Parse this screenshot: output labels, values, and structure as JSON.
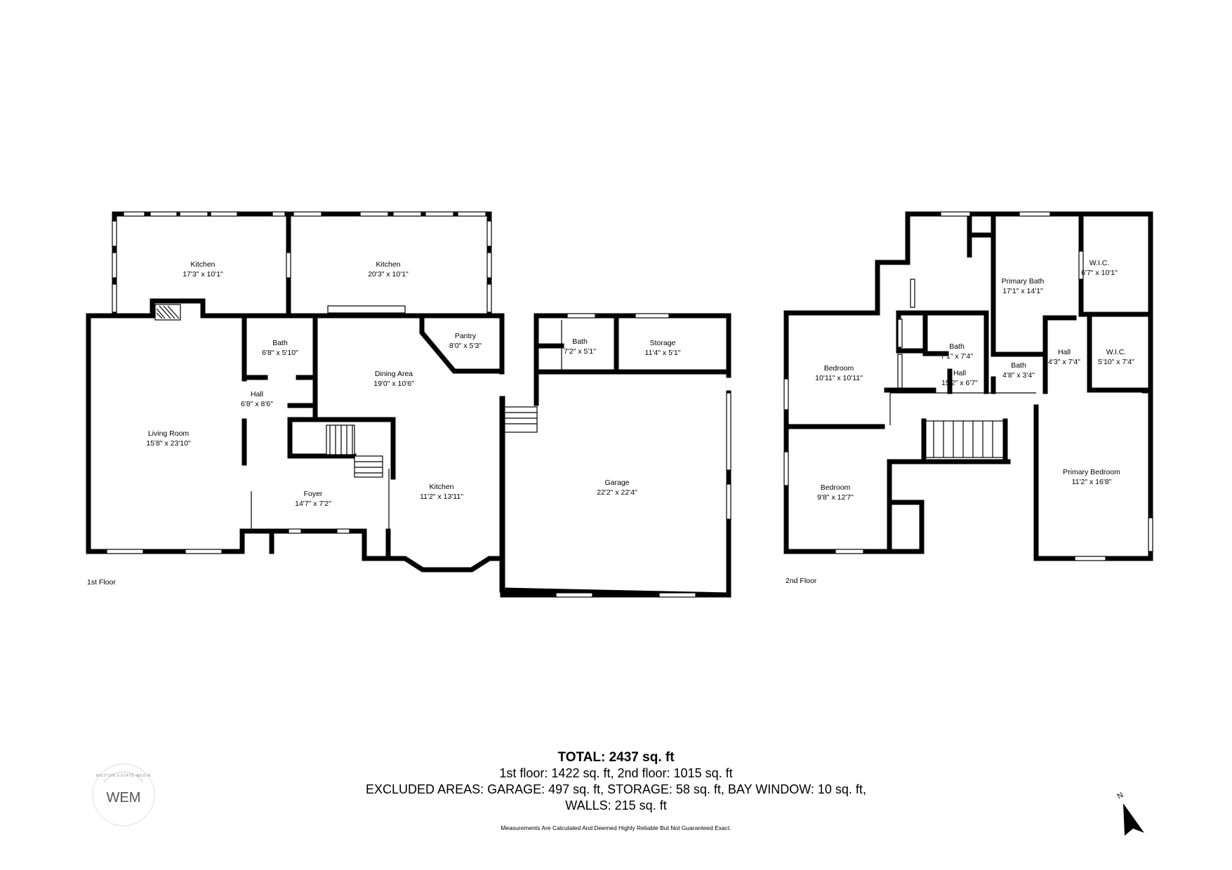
{
  "rooms_first_floor": [
    {
      "name": "Kitchen",
      "dim": "17'3\" x 10'1\""
    },
    {
      "name": "Kitchen",
      "dim": "20'3\" x 10'1\""
    },
    {
      "name": "Bath",
      "dim": "6'8\" x 5'10\""
    },
    {
      "name": "Pantry",
      "dim": "8'0\" x 5'3\""
    },
    {
      "name": "Dining Area",
      "dim": "19'0\" x 10'6\""
    },
    {
      "name": "Hall",
      "dim": "6'8\" x 8'6\""
    },
    {
      "name": "Living Room",
      "dim": "15'8\" x 23'10\""
    },
    {
      "name": "Foyer",
      "dim": "14'7\" x 7'2\""
    },
    {
      "name": "Kitchen",
      "dim": "11'2\" x 13'11\""
    },
    {
      "name": "Bath",
      "dim": "7'2\" x 5'1\""
    },
    {
      "name": "Storage",
      "dim": "11'4\" x 5'1\""
    },
    {
      "name": "Garage",
      "dim": "22'2\" x 22'4\""
    }
  ],
  "rooms_second_floor": [
    {
      "name": "Primary Bath",
      "dim": "17'1\" x 14'1\""
    },
    {
      "name": "W.I.C.",
      "dim": "6'7\" x 10'1\""
    },
    {
      "name": "Bedroom",
      "dim": "10'11\" x 10'11\""
    },
    {
      "name": "Bath",
      "dim": "7'1\" x 7'4\""
    },
    {
      "name": "Bath",
      "dim": "4'8\" x 3'4\""
    },
    {
      "name": "Hall",
      "dim": "4'3\" x 7'4\""
    },
    {
      "name": "W.I.C.",
      "dim": "5'10\" x 7'4\""
    },
    {
      "name": "Hall",
      "dim": "15'2\" x 6'7\""
    },
    {
      "name": "Bedroom",
      "dim": "9'8\" x 12'7\""
    },
    {
      "name": "Primary Bedroom",
      "dim": "11'2\" x 16'8\""
    }
  ],
  "floor_labels": {
    "first": "1st Floor",
    "second": "2nd Floor"
  },
  "summary": {
    "total": "TOTAL: 2437 sq. ft",
    "floors": "1st floor: 1422 sq. ft, 2nd floor: 1015 sq. ft",
    "excluded": "EXCLUDED AREAS: GARAGE: 497 sq. ft, STORAGE: 58 sq. ft, BAY WINDOW: 10 sq. ft,",
    "walls": "WALLS: 215 sq. ft",
    "disclaimer": "Measurements Are Calculated And Deemed Highly Reliable But Not Guaranteed Exact."
  },
  "logo": {
    "initials": "WEM",
    "ring_text": "WESTON ESTATE MEDIA"
  },
  "compass": {
    "label": "N"
  },
  "colors": {
    "wall": "#000000",
    "background": "#ffffff"
  }
}
